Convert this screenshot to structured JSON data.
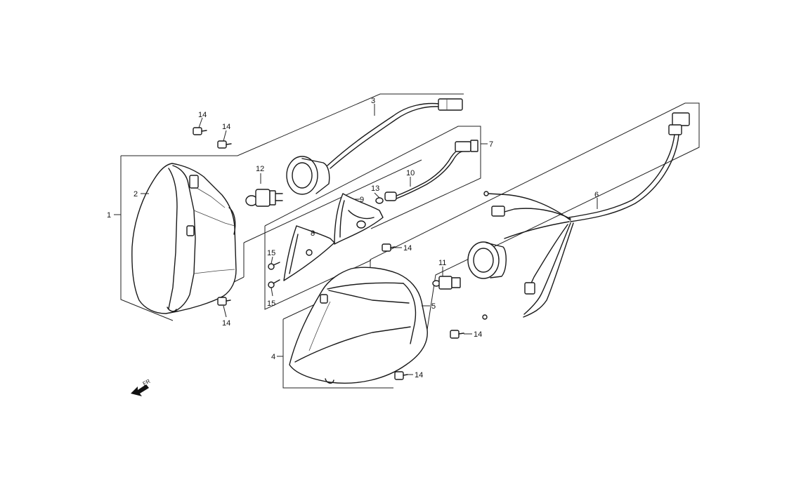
{
  "diagram": {
    "callouts": {
      "p1": "1",
      "p2": "2",
      "p3": "3",
      "p4": "4",
      "p5": "5",
      "p6": "6",
      "p7": "7",
      "p8": "8",
      "p9": "9",
      "p10": "10",
      "p11": "11",
      "p12": "12",
      "p13": "13",
      "p14a": "14",
      "p14b": "14",
      "p14c": "14",
      "p14d": "14",
      "p14e": "14",
      "p14f": "14",
      "p15a": "15",
      "p15b": "15"
    },
    "direction_label": "FR"
  }
}
